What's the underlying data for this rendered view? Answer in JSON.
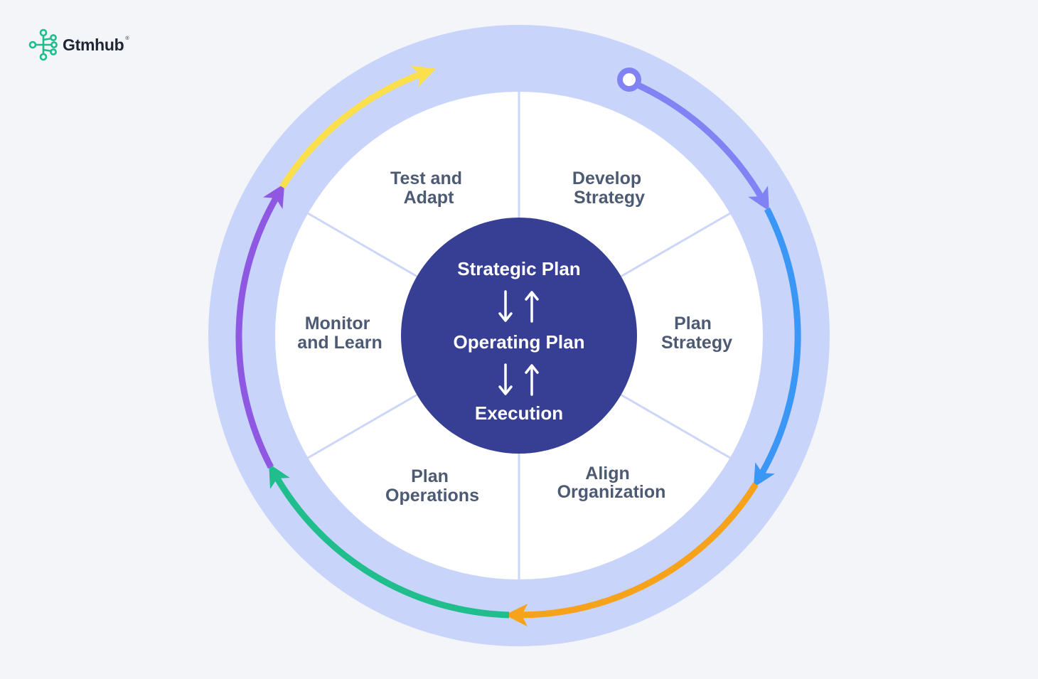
{
  "brand": {
    "name": "Gtmhub",
    "mark": "®"
  },
  "center": {
    "lines": [
      "Strategic Plan",
      "Operating Plan",
      "Execution"
    ]
  },
  "segments": [
    {
      "id": "develop",
      "lines": [
        "Develop",
        "Strategy"
      ]
    },
    {
      "id": "plan-strategy",
      "lines": [
        "Plan",
        "Strategy"
      ]
    },
    {
      "id": "align",
      "lines": [
        "Align",
        "Organization"
      ]
    },
    {
      "id": "plan-ops",
      "lines": [
        "Plan",
        "Operations"
      ]
    },
    {
      "id": "monitor",
      "lines": [
        "Monitor",
        "and Learn"
      ]
    },
    {
      "id": "test",
      "lines": [
        "Test and",
        "Adapt"
      ]
    }
  ],
  "colors": {
    "background": "#f3f5f9",
    "outer_ring": "#c9d4fb",
    "segments": "#ffffff",
    "dividers": "#cdd6f7",
    "center": "#373f94",
    "brand": "#1dbd8c",
    "arc_develop": "#8183f4",
    "arc_plan_strategy": "#3a97f5",
    "arc_align": "#f7a21b",
    "arc_plan_ops": "#1fbe8c",
    "arc_monitor": "#8f58e3",
    "arc_test": "#fcdf4c"
  }
}
